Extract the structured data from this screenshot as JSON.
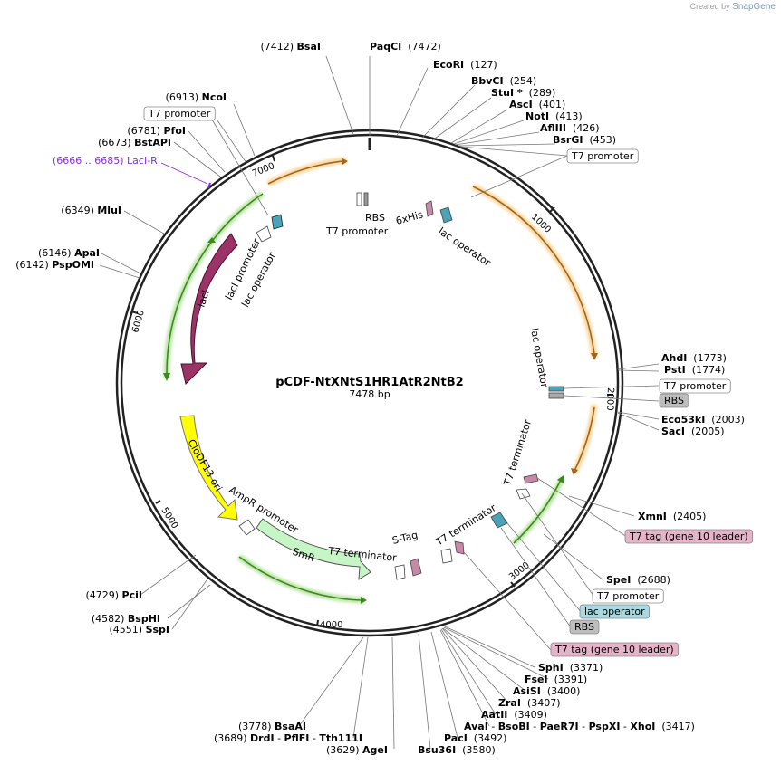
{
  "credit": {
    "prefix": "Created by",
    "brand": "SnapGene"
  },
  "plasmid": {
    "name": "pCDF-NtXNtS1HR1AtR2NtB2",
    "size_label": "7478 bp",
    "length": 7478
  },
  "ticks": [
    "1000",
    "2000",
    "3000",
    "4000",
    "5000",
    "6000",
    "7000"
  ],
  "enzymes": [
    {
      "parts": [
        [
          "(7412) ",
          false
        ],
        [
          "BsaI",
          true
        ]
      ]
    },
    {
      "parts": [
        [
          "PaqCI",
          true
        ],
        [
          "  (7472)",
          false
        ]
      ]
    },
    {
      "parts": [
        [
          "EcoRI",
          true
        ],
        [
          "  (127)",
          false
        ]
      ]
    },
    {
      "parts": [
        [
          "BbvCI",
          true
        ],
        [
          "  (254)",
          false
        ]
      ]
    },
    {
      "parts": [
        [
          "StuI *",
          true
        ],
        [
          "  (289)",
          false
        ]
      ]
    },
    {
      "parts": [
        [
          "AscI",
          true
        ],
        [
          "  (401)",
          false
        ]
      ]
    },
    {
      "parts": [
        [
          "NotI",
          true
        ],
        [
          "  (413)",
          false
        ]
      ]
    },
    {
      "parts": [
        [
          "AflIII",
          true
        ],
        [
          "  (426)",
          false
        ]
      ]
    },
    {
      "parts": [
        [
          "BsrGI",
          true
        ],
        [
          "  (453)",
          false
        ]
      ]
    },
    {
      "parts": [
        [
          "AhdI",
          true
        ],
        [
          "  (1773)",
          false
        ]
      ]
    },
    {
      "parts": [
        [
          "PstI",
          true
        ],
        [
          "  (1774)",
          false
        ]
      ]
    },
    {
      "parts": [
        [
          "Eco53kI",
          true
        ],
        [
          "  (2003)",
          false
        ]
      ]
    },
    {
      "parts": [
        [
          "SacI",
          true
        ],
        [
          "  (2005)",
          false
        ]
      ]
    },
    {
      "parts": [
        [
          "XmnI",
          true
        ],
        [
          "  (2405)",
          false
        ]
      ]
    },
    {
      "parts": [
        [
          "SpeI",
          true
        ],
        [
          "  (2688)",
          false
        ]
      ]
    },
    {
      "parts": [
        [
          "SphI",
          true
        ],
        [
          "  (3371)",
          false
        ]
      ]
    },
    {
      "parts": [
        [
          "FseI",
          true
        ],
        [
          "  (3391)",
          false
        ]
      ]
    },
    {
      "parts": [
        [
          "AsiSI",
          true
        ],
        [
          "  (3400)",
          false
        ]
      ]
    },
    {
      "parts": [
        [
          "ZraI",
          true
        ],
        [
          "  (3407)",
          false
        ]
      ]
    },
    {
      "parts": [
        [
          "AatII",
          true
        ],
        [
          "  (3409)",
          false
        ]
      ]
    },
    {
      "parts": [
        [
          "AvaI",
          true
        ],
        [
          " - ",
          false
        ],
        [
          "BsoBI",
          true
        ],
        [
          " - ",
          false
        ],
        [
          "PaeR7I",
          true
        ],
        [
          " - ",
          false
        ],
        [
          "PspXI",
          true
        ],
        [
          " - ",
          false
        ],
        [
          "XhoI",
          true
        ],
        [
          "  (3417)",
          false
        ]
      ]
    },
    {
      "parts": [
        [
          "PacI",
          true
        ],
        [
          "  (3492)",
          false
        ]
      ]
    },
    {
      "parts": [
        [
          "Bsu36I",
          true
        ],
        [
          "  (3580)",
          false
        ]
      ]
    },
    {
      "parts": [
        [
          "(3629) ",
          false
        ],
        [
          "AgeI",
          true
        ]
      ]
    },
    {
      "parts": [
        [
          "(3689) ",
          false
        ],
        [
          "DrdI",
          true
        ],
        [
          " - ",
          false
        ],
        [
          "PflFI",
          true
        ],
        [
          " - ",
          false
        ],
        [
          "Tth111I",
          true
        ]
      ]
    },
    {
      "parts": [
        [
          "(3778) ",
          false
        ],
        [
          "BsaAI",
          true
        ]
      ]
    },
    {
      "parts": [
        [
          "(4551) ",
          false
        ],
        [
          "SspI",
          true
        ]
      ]
    },
    {
      "parts": [
        [
          "(4582) ",
          false
        ],
        [
          "BspHI",
          true
        ]
      ]
    },
    {
      "parts": [
        [
          "(4729) ",
          false
        ],
        [
          "PciI",
          true
        ]
      ]
    },
    {
      "parts": [
        [
          "(6142) ",
          false
        ],
        [
          "PspOMI",
          true
        ]
      ]
    },
    {
      "parts": [
        [
          "(6146) ",
          false
        ],
        [
          "ApaI",
          true
        ]
      ]
    },
    {
      "parts": [
        [
          "(6349) ",
          false
        ],
        [
          "MluI",
          true
        ]
      ]
    },
    {
      "parts": [
        [
          "(6673) ",
          false
        ],
        [
          "BstAPI",
          true
        ]
      ]
    },
    {
      "parts": [
        [
          "(6781) ",
          false
        ],
        [
          "PfoI",
          true
        ]
      ]
    },
    {
      "parts": [
        [
          "(6913) ",
          false
        ],
        [
          "NcoI",
          true
        ]
      ]
    }
  ],
  "primer_label": "(6666 .. 6685)  LacI-R",
  "feature_boxes": [
    "T7 promoter",
    "T7 promoter",
    "T7 promoter",
    "RBS",
    "T7 tag (gene 10 leader)",
    "T7 promoter",
    "lac operator",
    "RBS",
    "T7 tag (gene 10 leader)"
  ],
  "feature_labels": {
    "lacI": "lacI",
    "lacI_promoter": "lacI promoter",
    "lac_operator_left": "lac operator",
    "rbs_top": "RBS",
    "t7_promoter_top": "T7 promoter",
    "his6": "6xHis",
    "lac_operator_top": "lac operator",
    "lac_operator_right": "lac operator",
    "t7_terminator_right": "T7 terminator",
    "t7_terminator_mid": "T7 terminator",
    "s_tag": "S-Tag",
    "t7_terminator_bottom": "T7 terminator",
    "ampr_promoter": "AmpR promoter",
    "smr": "SmR",
    "ori": "CloDF13 ori"
  },
  "colors": {
    "backbone": "#222222",
    "lacI": "#9b3366",
    "smr": "#c6f5c6",
    "ori": "#ffff00",
    "arc_orange": "#f5b54a",
    "arc_green": "#6bc53a",
    "operator": "#4aa3b8",
    "terminator": "#c888a8",
    "tag_box": "#e6b4c8",
    "operator_box": "#a8d8e0",
    "rbs_box": "#bdbdbd",
    "primer": "#8a2be2"
  }
}
